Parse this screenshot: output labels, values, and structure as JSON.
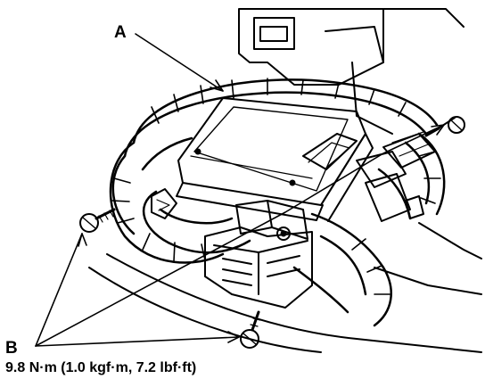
{
  "labels": {
    "a": "A",
    "b": "B",
    "torque": "9.8 N·m (1.0 kgf·m, 7.2 lbf·ft)"
  },
  "colors": {
    "ink": "#000000",
    "paper": "#ffffff"
  }
}
